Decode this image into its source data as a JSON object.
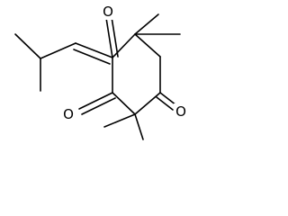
{
  "molecule": {
    "atoms": {
      "o_top": "O",
      "o_right": "O",
      "o_left": "O"
    },
    "bond_color": "#000000",
    "background": "#ffffff"
  }
}
